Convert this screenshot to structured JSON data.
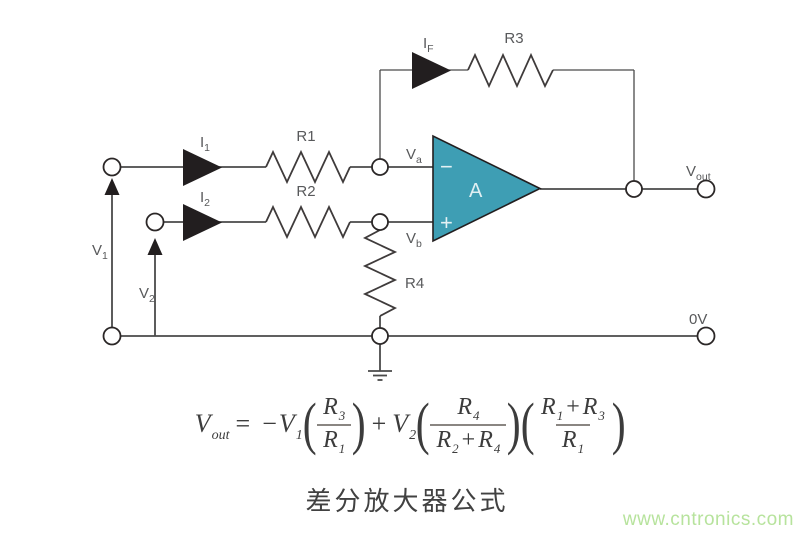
{
  "labels": {
    "i1": {
      "base": "I",
      "sub": "1"
    },
    "i2": {
      "base": "I",
      "sub": "2"
    },
    "if": {
      "base": "I",
      "sub": "F"
    },
    "r1": "R1",
    "r2": "R2",
    "r3": "R3",
    "r4": "R4",
    "va": {
      "base": "V",
      "sub": "a"
    },
    "vb": {
      "base": "V",
      "sub": "b"
    },
    "v1": {
      "base": "V",
      "sub": "1"
    },
    "v2": {
      "base": "V",
      "sub": "2"
    },
    "vout": {
      "base": "V",
      "sub": "out"
    },
    "zero_v": "0V",
    "amp": "A",
    "minus_input": "−",
    "plus_input": "+"
  },
  "formula": {
    "lhs": {
      "base": "V",
      "sub": "out"
    },
    "eq": "=",
    "neg": "−",
    "v1": {
      "base": "V",
      "sub": "1"
    },
    "f1": {
      "num": {
        "base": "R",
        "sub": "3"
      },
      "den": {
        "base": "R",
        "sub": "1"
      }
    },
    "plus": "+",
    "v2": {
      "base": "V",
      "sub": "2"
    },
    "f2": {
      "num": {
        "base": "R",
        "sub": "4"
      },
      "den": {
        "ra": {
          "base": "R",
          "sub": "2"
        },
        "plus": "+",
        "rb": {
          "base": "R",
          "sub": "4"
        }
      }
    },
    "f3": {
      "num": {
        "ra": {
          "base": "R",
          "sub": "1"
        },
        "plus": "+",
        "rb": {
          "base": "R",
          "sub": "3"
        }
      },
      "den": {
        "base": "R",
        "sub": "1"
      }
    },
    "paren_open": "(",
    "paren_close": ")"
  },
  "caption": "差分放大器公式",
  "watermark": "www.cntronics.com",
  "colors": {
    "opamp_fill": "#3e9eb4",
    "wire": "#4a4a4a",
    "arrow": "#221e1f",
    "label": "#58595b",
    "amp_text": "#dfeff2",
    "formula_text": "#3c3c3c",
    "caption_text": "#414141",
    "watermark_green": "#b7e39d"
  }
}
